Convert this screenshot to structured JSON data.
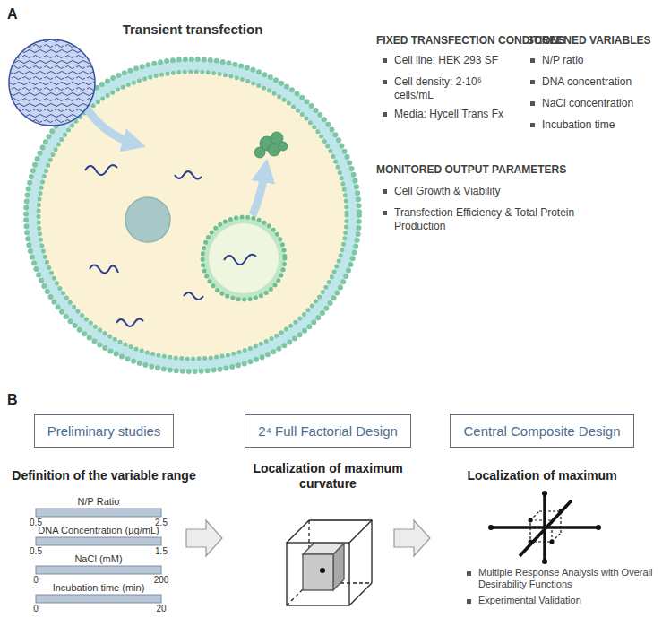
{
  "diagram": {
    "nodes": [
      {
        "text": [
          "Preliminary studies"
        ]
      },
      {
        "text": [
          "2⁴ Full Factorial Design"
        ]
      },
      {
        "text": [
          "Central Composite Design"
        ]
      }
    ],
    "labels": [
      "A",
      "Transient transfection",
      "FIXED TRANSFECTION CONDITIONS",
      "Cell line: HEK 293 SF",
      "Cell density: 2·10⁶ cells/mL",
      "Media: Hycell Trans Fx",
      "SCREENED VARIABLES",
      "N/P ratio",
      "DNA concentration",
      "NaCl concentration",
      "Incubation time",
      "MONITORED OUTPUT PARAMETERS",
      "Cell Growth & Viability",
      "Transfection Efficiency & Total Protein Production",
      "B",
      "Definition of the variable range",
      "Localization of maximum curvature",
      "Localization of maximum",
      "N/P Ratio",
      "0.5",
      "2.5",
      "DNA Concentration (µg/mL)",
      "0.5",
      "1.5",
      "NaCl (mM)",
      "0",
      "200",
      "Incubation time (min)",
      "0",
      "20",
      "Multiple Response Analysis with Overall Desirability Functions",
      "Experimental Validation"
    ]
  }
}
